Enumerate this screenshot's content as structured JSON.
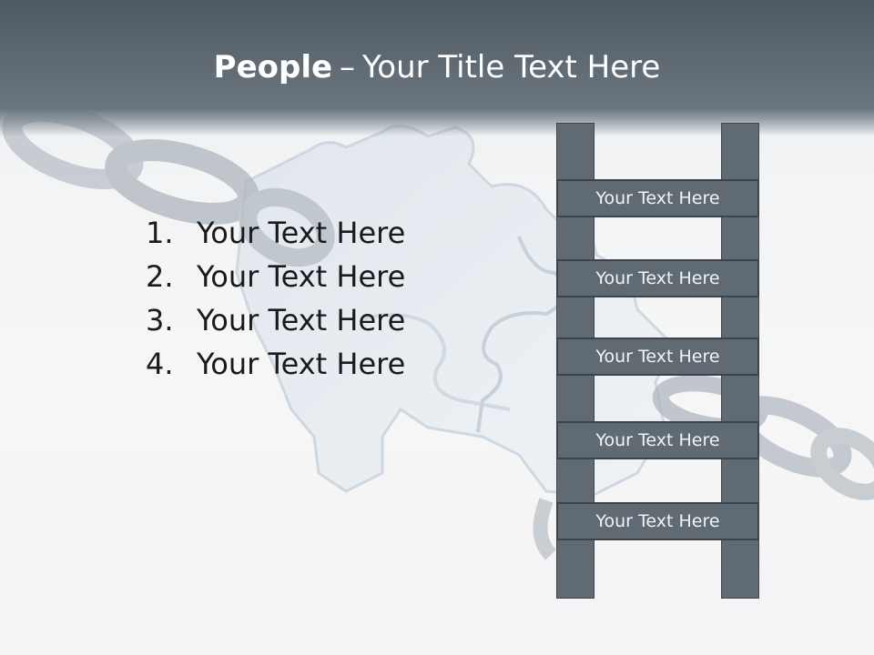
{
  "slide": {
    "title_bold": "People",
    "title_separator": "–",
    "title_rest": "Your Title Text Here"
  },
  "list": [
    {
      "num": "1.",
      "text": "Your Text Here"
    },
    {
      "num": "2.",
      "text": "Your Text Here"
    },
    {
      "num": "3.",
      "text": "Your Text Here"
    },
    {
      "num": "4.",
      "text": "Your Text Here"
    }
  ],
  "ladder": {
    "rungs": [
      "Your Text Here",
      "Your Text Here",
      "Your Text Here",
      "Your Text Here",
      "Your Text Here"
    ]
  },
  "colors": {
    "title_bar": "#5f6a73",
    "ladder": "#5f6a73",
    "background": "#f6f6f7"
  }
}
